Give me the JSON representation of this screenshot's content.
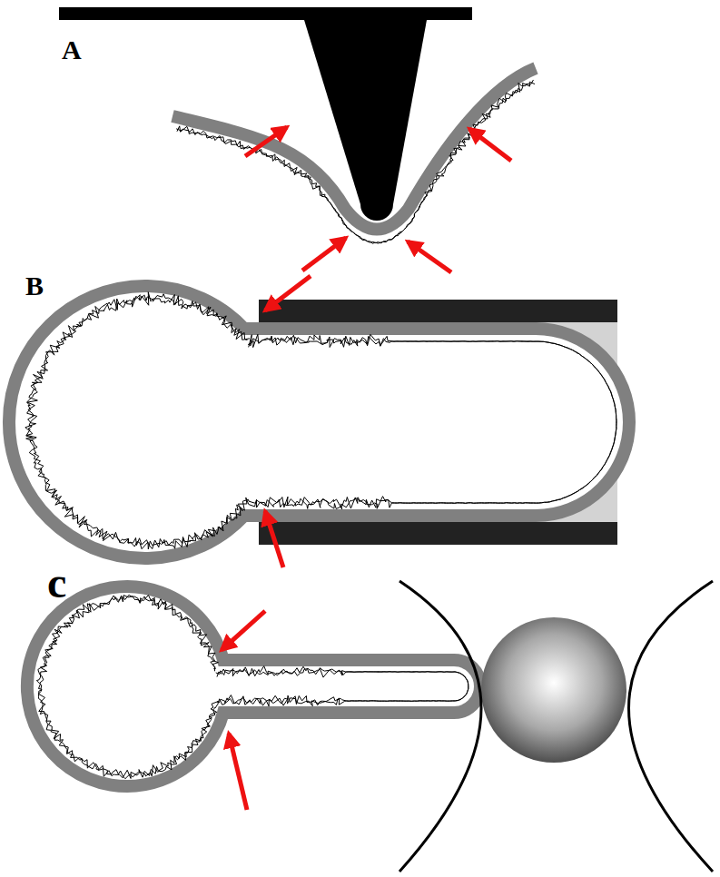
{
  "diagram": {
    "labels": [
      "A",
      "B",
      "c"
    ]
  }
}
